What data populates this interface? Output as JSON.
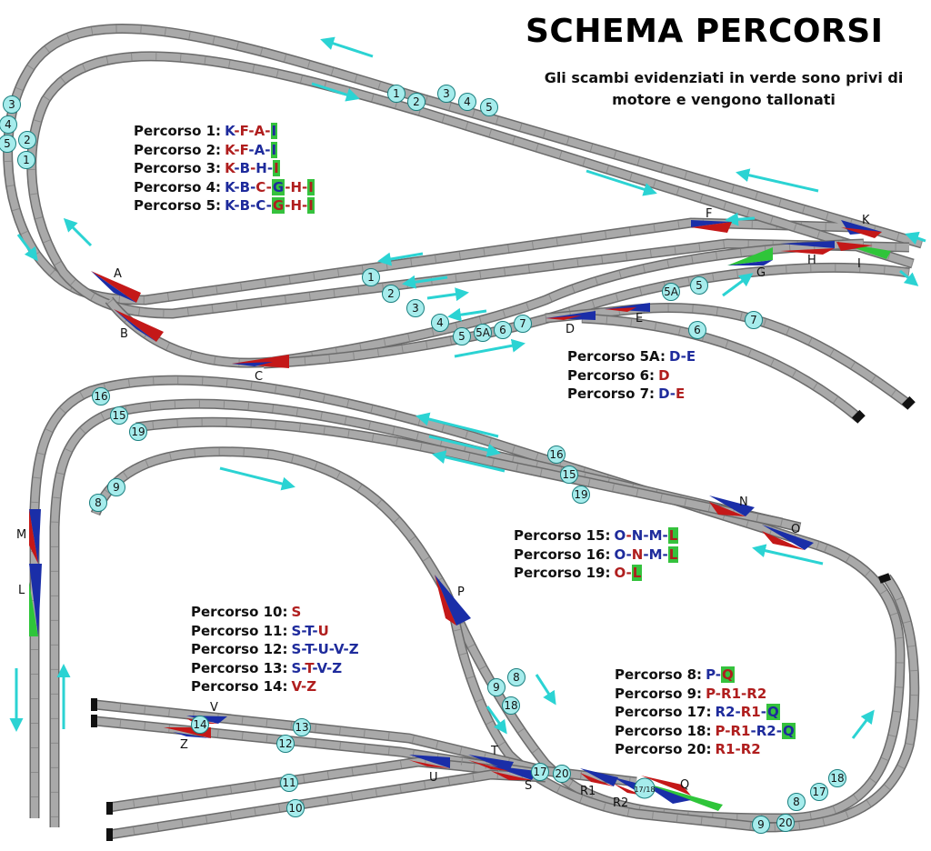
{
  "title": "SCHEMA PERCORSI",
  "subtitle": "Gli scambi evidenziati in verde sono privi di motore e vengono tallonati",
  "colors": {
    "track": "#a9a9a9",
    "track_edge": "#6b6b6b",
    "red": "#c41818",
    "blue": "#1a2ea8",
    "green": "#2fc53a",
    "arrow": "#2bd3d3",
    "badge_fill": "#a6ecec",
    "badge_stroke": "#1a7f7f"
  },
  "legends": [
    {
      "id": "top",
      "items": [
        {
          "label": "Percorso 1:",
          "parts": [
            [
              "K",
              "b"
            ],
            [
              "-",
              "r"
            ],
            [
              "F",
              "r"
            ],
            [
              "-",
              "r"
            ],
            [
              "A",
              "r"
            ],
            [
              "-",
              "r"
            ],
            [
              "I",
              "g"
            ]
          ]
        },
        {
          "label": "Percorso 2:",
          "parts": [
            [
              "K",
              "r"
            ],
            [
              "-",
              "r"
            ],
            [
              "F",
              "r"
            ],
            [
              "-",
              "b"
            ],
            [
              "A",
              "b"
            ],
            [
              "-",
              "b"
            ],
            [
              "I",
              "g"
            ]
          ]
        },
        {
          "label": "Percorso 3:",
          "parts": [
            [
              "K",
              "r"
            ],
            [
              "-",
              "b"
            ],
            [
              "B",
              "b"
            ],
            [
              "-",
              "r"
            ],
            [
              "H",
              "b"
            ],
            [
              "-",
              "b"
            ],
            [
              "I",
              "gr"
            ]
          ]
        },
        {
          "label": "Percorso 4:",
          "parts": [
            [
              "K",
              "b"
            ],
            [
              "-",
              "b"
            ],
            [
              "B",
              "b"
            ],
            [
              "-",
              "b"
            ],
            [
              "C",
              "r"
            ],
            [
              "-",
              "r"
            ],
            [
              "G",
              "g"
            ],
            [
              "-",
              "r"
            ],
            [
              "H",
              "r"
            ],
            [
              "-",
              "r"
            ],
            [
              "I",
              "gr"
            ]
          ]
        },
        {
          "label": "Percorso 5:",
          "parts": [
            [
              "K",
              "b"
            ],
            [
              "-",
              "b"
            ],
            [
              "B",
              "b"
            ],
            [
              "-",
              "b"
            ],
            [
              "C",
              "b"
            ],
            [
              "-",
              "b"
            ],
            [
              "G",
              "gr"
            ],
            [
              "-",
              "r"
            ],
            [
              "H",
              "r"
            ],
            [
              "-",
              "r"
            ],
            [
              "I",
              "gr"
            ]
          ]
        }
      ]
    },
    {
      "id": "mid",
      "items": [
        {
          "label": "Percorso 5A:",
          "parts": [
            [
              "D",
              "b"
            ],
            [
              "-",
              "b"
            ],
            [
              "E",
              "b"
            ]
          ]
        },
        {
          "label": "Percorso 6:",
          "parts": [
            [
              "D",
              "r"
            ]
          ]
        },
        {
          "label": "Percorso 7:",
          "parts": [
            [
              "D",
              "b"
            ],
            [
              "-",
              "b"
            ],
            [
              "E",
              "r"
            ]
          ]
        }
      ]
    },
    {
      "id": "right",
      "items": [
        {
          "label": "Percorso 15:",
          "parts": [
            [
              "O",
              "b"
            ],
            [
              "-",
              "r"
            ],
            [
              "N",
              "b"
            ],
            [
              "-",
              "b"
            ],
            [
              "M",
              "b"
            ],
            [
              "-",
              "b"
            ],
            [
              "L",
              "gr"
            ]
          ]
        },
        {
          "label": "Percorso 16:",
          "parts": [
            [
              "O",
              "b"
            ],
            [
              "-",
              "b"
            ],
            [
              "N",
              "r"
            ],
            [
              "-",
              "b"
            ],
            [
              "M",
              "b"
            ],
            [
              "-",
              "b"
            ],
            [
              "L",
              "gr"
            ]
          ]
        },
        {
          "label": "Percorso 19:",
          "parts": [
            [
              "O",
              "r"
            ],
            [
              "-",
              "r"
            ],
            [
              "L",
              "gr"
            ]
          ]
        }
      ]
    },
    {
      "id": "left",
      "items": [
        {
          "label": "Percorso 10:",
          "parts": [
            [
              "S",
              "r"
            ]
          ]
        },
        {
          "label": "Percorso 11:",
          "parts": [
            [
              "S",
              "b"
            ],
            [
              "-",
              "b"
            ],
            [
              "T",
              "b"
            ],
            [
              "-",
              "b"
            ],
            [
              "U",
              "r"
            ]
          ]
        },
        {
          "label": "Percorso 12:",
          "parts": [
            [
              "S",
              "b"
            ],
            [
              "-",
              "b"
            ],
            [
              "T",
              "b"
            ],
            [
              "-",
              "b"
            ],
            [
              "U",
              "b"
            ],
            [
              "-",
              "b"
            ],
            [
              "V",
              "b"
            ],
            [
              "-",
              "b"
            ],
            [
              "Z",
              "b"
            ]
          ]
        },
        {
          "label": "Percorso 13:",
          "parts": [
            [
              "S",
              "b"
            ],
            [
              "-",
              "b"
            ],
            [
              "T",
              "r"
            ],
            [
              "-",
              "b"
            ],
            [
              "V",
              "b"
            ],
            [
              "-",
              "b"
            ],
            [
              "Z",
              "b"
            ]
          ]
        },
        {
          "label": "Percorso 14:",
          "parts": [
            [
              "V",
              "r"
            ],
            [
              "-",
              "r"
            ],
            [
              "Z",
              "r"
            ]
          ]
        }
      ]
    },
    {
      "id": "bottom",
      "items": [
        {
          "label": "Percorso 8:",
          "parts": [
            [
              "P",
              "b"
            ],
            [
              "-",
              "b"
            ],
            [
              "Q",
              "gr"
            ]
          ]
        },
        {
          "label": "Percorso 9:",
          "parts": [
            [
              "P",
              "r"
            ],
            [
              "-",
              "r"
            ],
            [
              "R1",
              "r"
            ],
            [
              "-",
              "r"
            ],
            [
              "R2",
              "r"
            ]
          ]
        },
        {
          "label": "Percorso 17:",
          "parts": [
            [
              "R2",
              "b"
            ],
            [
              "-",
              "b"
            ],
            [
              "R1",
              "r"
            ],
            [
              "-",
              "b"
            ],
            [
              "Q",
              "g"
            ]
          ]
        },
        {
          "label": "Percorso 18:",
          "parts": [
            [
              "P",
              "r"
            ],
            [
              "-",
              "r"
            ],
            [
              "R1",
              "r"
            ],
            [
              "-",
              "b"
            ],
            [
              "R2",
              "b"
            ],
            [
              "-",
              "b"
            ],
            [
              "Q",
              "g"
            ]
          ]
        },
        {
          "label": "Percorso 20:",
          "parts": [
            [
              "R1",
              "r"
            ],
            [
              "-",
              "r"
            ],
            [
              "R2",
              "r"
            ]
          ]
        }
      ]
    }
  ],
  "switches": [
    "A",
    "B",
    "C",
    "D",
    "E",
    "F",
    "G",
    "H",
    "I",
    "K",
    "L",
    "M",
    "N",
    "O",
    "P",
    "Q",
    "R1",
    "R2",
    "S",
    "T",
    "U",
    "V",
    "Z"
  ],
  "route_badges": [
    "1",
    "2",
    "3",
    "4",
    "5",
    "5A",
    "6",
    "7",
    "8",
    "9",
    "10",
    "11",
    "12",
    "13",
    "14",
    "15",
    "16",
    "17",
    "18",
    "19",
    "20",
    "17/18"
  ]
}
